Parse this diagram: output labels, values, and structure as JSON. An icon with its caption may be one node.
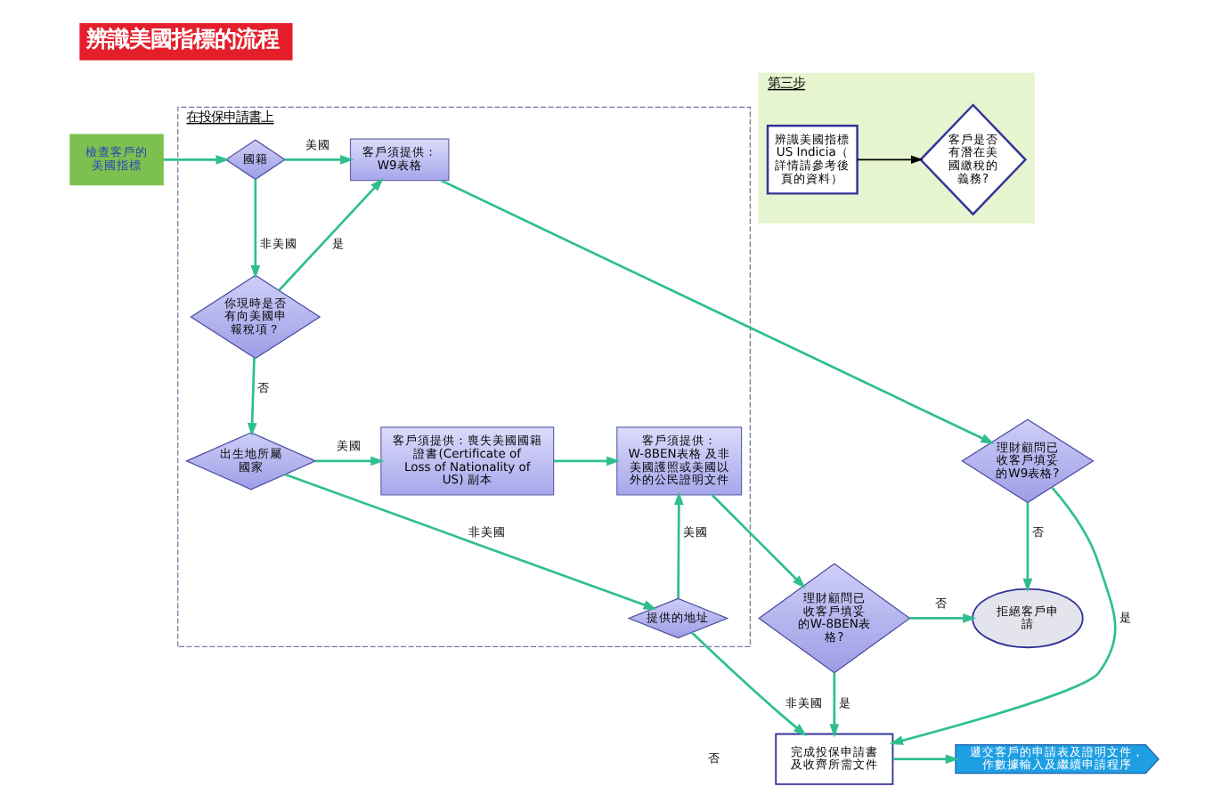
{
  "diagram": {
    "title": "辨識美國指標的流程",
    "nodes": [
      {
        "text": [
          "檢查客戶的美國指標"
        ]
      },
      {
        "text": [
          "在投保申請書上"
        ]
      },
      {
        "text": [
          "國籍"
        ],
        "in": 1
      },
      {
        "text": [
          "客戶須提供：W9表格"
        ],
        "in": 1
      },
      {
        "text": [
          "你現時是否有向美國申報稅項？"
        ],
        "in": 1
      },
      {
        "text": [
          "出生地所屬國家"
        ],
        "in": 1
      },
      {
        "text": [
          "客戶須提供：喪失美國國籍證書(Certificate of Loss of Nationality of US) 副本"
        ],
        "in": 1
      },
      {
        "text": [
          "客戶須提供：W-8BEN表格 及非美國護照或美國以外的公民證明文件"
        ],
        "in": 1
      },
      {
        "text": [
          "提供的地址"
        ],
        "in": 1
      },
      {
        "text": [
          "理財顧問已收客戶填妥的W-8BEN表格?"
        ]
      },
      {
        "text": [
          "拒絕客戶申請"
        ]
      },
      {
        "text": [
          "理財顧問已收客戶填妥的W9表格?"
        ]
      },
      {
        "text": [
          "完成投保申請書及收齊所需文件"
        ]
      },
      {
        "text": [
          "遞交客戶的申請表及證明文件，作數據輸入及繼續申請程序"
        ]
      },
      {
        "text": [
          "第三步"
        ]
      },
      {
        "text": [
          "辨識美國指標US Indicia（詳情請參考後頁的資料）"
        ],
        "in": 14
      },
      {
        "text": [
          "客戶是否有潛在美國繳稅的義務?"
        ],
        "in": 14
      }
    ],
    "edges": [
      {
        "from": 0,
        "to": 2,
        "arrow": "to"
      },
      {
        "from": 2,
        "to": 3,
        "arrow": "to",
        "label": "美國"
      },
      {
        "from": 2,
        "to": 4,
        "arrow": "to",
        "label": "非美國"
      },
      {
        "from": 4,
        "to": 3,
        "arrow": "to",
        "label": "是"
      },
      {
        "from": 4,
        "to": 5,
        "arrow": "to",
        "label": "否"
      },
      {
        "from": 5,
        "to": 6,
        "arrow": "to",
        "label": "美國"
      },
      {
        "from": 5,
        "to": 8,
        "arrow": "to",
        "label": "非美國"
      },
      {
        "from": 6,
        "to": 7,
        "arrow": "to"
      },
      {
        "from": 8,
        "to": 7,
        "arrow": "to",
        "label": "美國"
      },
      {
        "from": 8,
        "to": 12,
        "arrow": "to",
        "label": "非美國"
      },
      {
        "from": 3,
        "to": 11,
        "arrow": "to"
      },
      {
        "from": 7,
        "to": 9,
        "arrow": "to"
      },
      {
        "from": 9,
        "to": 10,
        "arrow": "to",
        "label": "否"
      },
      {
        "from": 9,
        "to": 12,
        "arrow": "to",
        "label": "是"
      },
      {
        "from": 11,
        "to": 10,
        "arrow": "to",
        "label": "否"
      },
      {
        "from": 11,
        "to": 12,
        "arrow": "to",
        "label": "是"
      },
      {
        "from": 12,
        "to": 13,
        "arrow": "to"
      },
      {
        "from": 15,
        "to": 16,
        "arrow": "to",
        "color": "#000000"
      }
    ],
    "labels": [
      "否"
    ]
  }
}
